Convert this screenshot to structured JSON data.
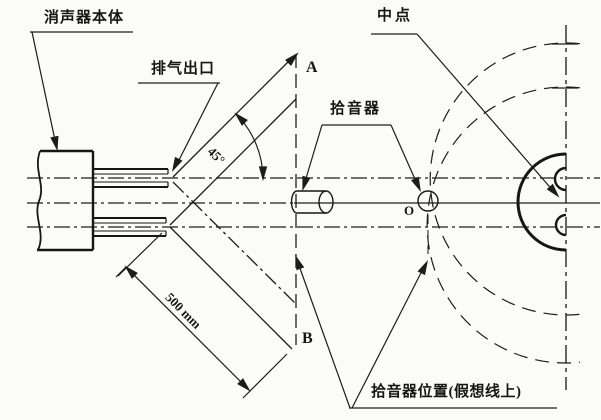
{
  "figure": {
    "title_context": "Muffler exhaust-noise microphone position diagram",
    "labels": {
      "muffler_body": "消声器本体",
      "exhaust_outlet": "排气出口",
      "midpoint": "中点",
      "microphone": "拾音器",
      "mic_positions": "拾音器位置(假想线上)",
      "point_a": "A",
      "point_b": "B",
      "point_o": "O",
      "angle": "45°",
      "distance": "500 mm"
    },
    "colors": {
      "line": "#1c1c1c",
      "background": "#fbfbf9"
    }
  }
}
